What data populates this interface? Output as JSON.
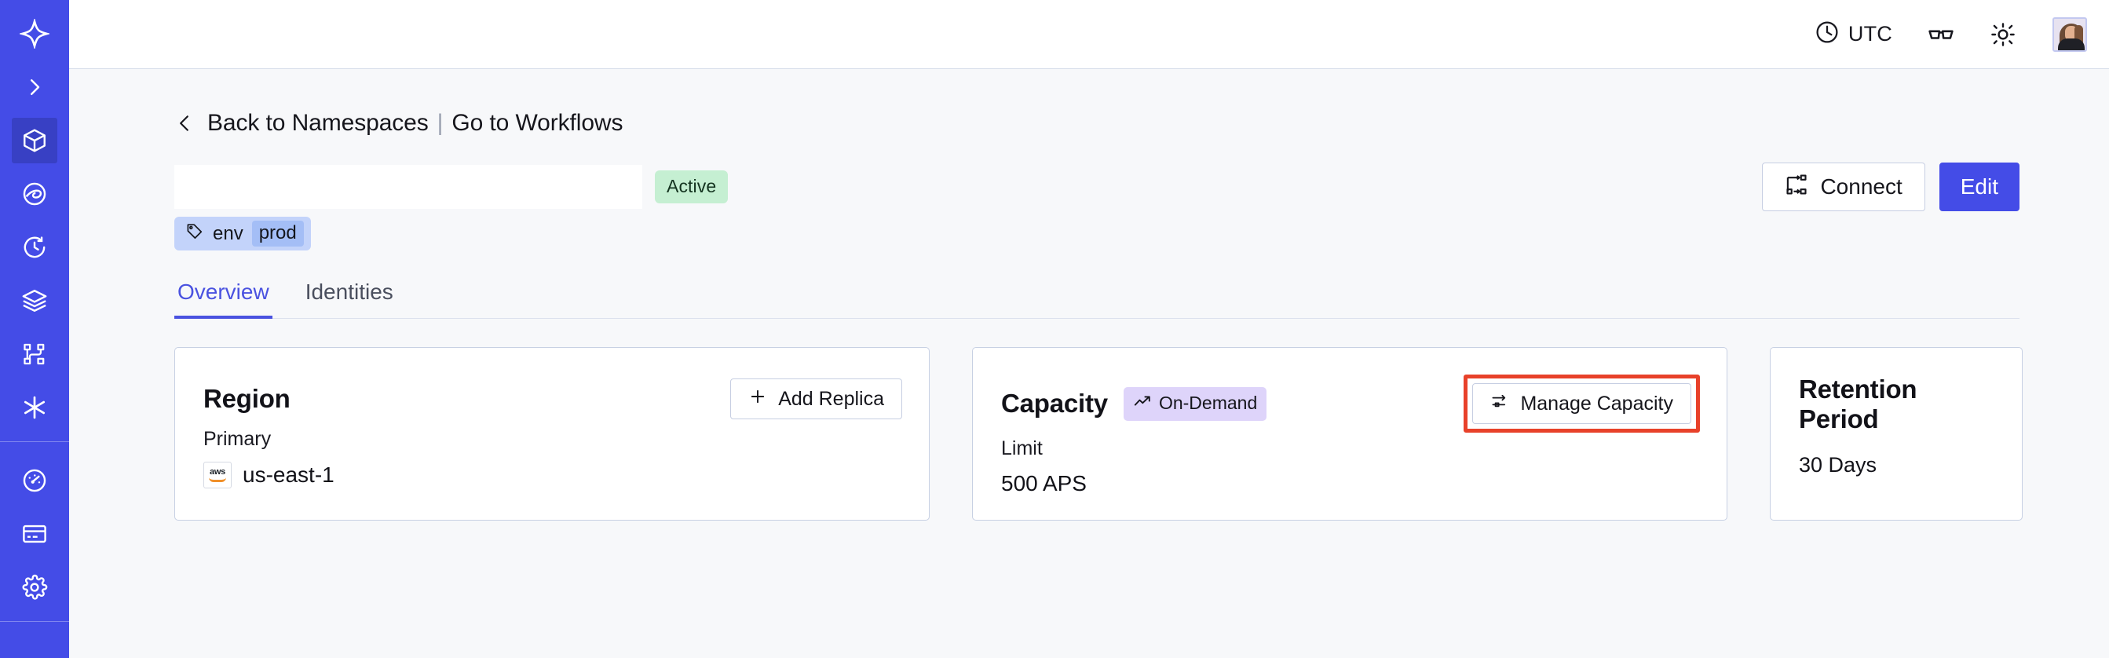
{
  "colors": {
    "sidebar_bg": "#444CE7",
    "sidebar_active": "#3840C4",
    "accent": "#444CE7",
    "tab_active": "#4A52E0",
    "page_bg": "#F7F8FA",
    "card_border": "#C7D0E3",
    "badge_active_bg": "#C5EFD2",
    "badge_ondemand_bg": "#DED4FA",
    "tag_bg": "#C3D3FA",
    "tag_value_bg": "#A4BEF6",
    "highlight_red": "#E8412A"
  },
  "sidebar": {
    "items": [
      {
        "name": "temporal-logo-icon",
        "label": "Temporal",
        "active": false
      },
      {
        "name": "chevron-right-icon",
        "label": "Expand navigation",
        "active": false
      },
      {
        "name": "cube-icon",
        "label": "Namespaces",
        "active": true
      },
      {
        "name": "eye-icon",
        "label": "Observability",
        "active": false
      },
      {
        "name": "history-clock-icon",
        "label": "Schedules",
        "active": false
      },
      {
        "name": "layers-icon",
        "label": "Workflows",
        "active": false
      },
      {
        "name": "sitemap-icon",
        "label": "Services",
        "active": false
      },
      {
        "name": "asterisk-icon",
        "label": "Nexus",
        "active": false
      },
      {
        "name": "gauge-icon",
        "label": "Usage",
        "active": false
      },
      {
        "name": "credit-card-icon",
        "label": "Billing",
        "active": false
      },
      {
        "name": "gear-icon",
        "label": "Settings",
        "active": false
      }
    ]
  },
  "topbar": {
    "timezone_label": "UTC",
    "timezone_icon": "clock-icon",
    "glasses_icon": "glasses-icon",
    "theme_icon": "sun-icon",
    "avatar_name": "user-avatar"
  },
  "breadcrumb": {
    "back_icon": "chevron-left-icon",
    "back_label": "Back to Namespaces",
    "separator": "|",
    "forward_label": "Go to Workflows"
  },
  "namespace_header": {
    "name_redacted": "",
    "status_badge": "Active",
    "tag": {
      "icon": "tag-icon",
      "key": "env",
      "value": "prod"
    },
    "actions": {
      "connect_label": "Connect",
      "connect_icon": "connect-flow-icon",
      "edit_label": "Edit"
    }
  },
  "tabs": [
    {
      "label": "Overview",
      "active": true
    },
    {
      "label": "Identities",
      "active": false
    }
  ],
  "cards": {
    "region": {
      "title": "Region",
      "action_label": "Add Replica",
      "action_icon": "plus-icon",
      "sub_label": "Primary",
      "provider_icon": "aws-logo-icon",
      "provider_text": "aws",
      "value": "us-east-1"
    },
    "capacity": {
      "title": "Capacity",
      "badge_label": "On-Demand",
      "badge_icon": "trending-up-icon",
      "action_label": "Manage Capacity",
      "action_icon": "sliders-icon",
      "action_highlighted": true,
      "sub_label": "Limit",
      "value": "500 APS"
    },
    "retention": {
      "title": "Retention Period",
      "value": "30  Days"
    }
  }
}
